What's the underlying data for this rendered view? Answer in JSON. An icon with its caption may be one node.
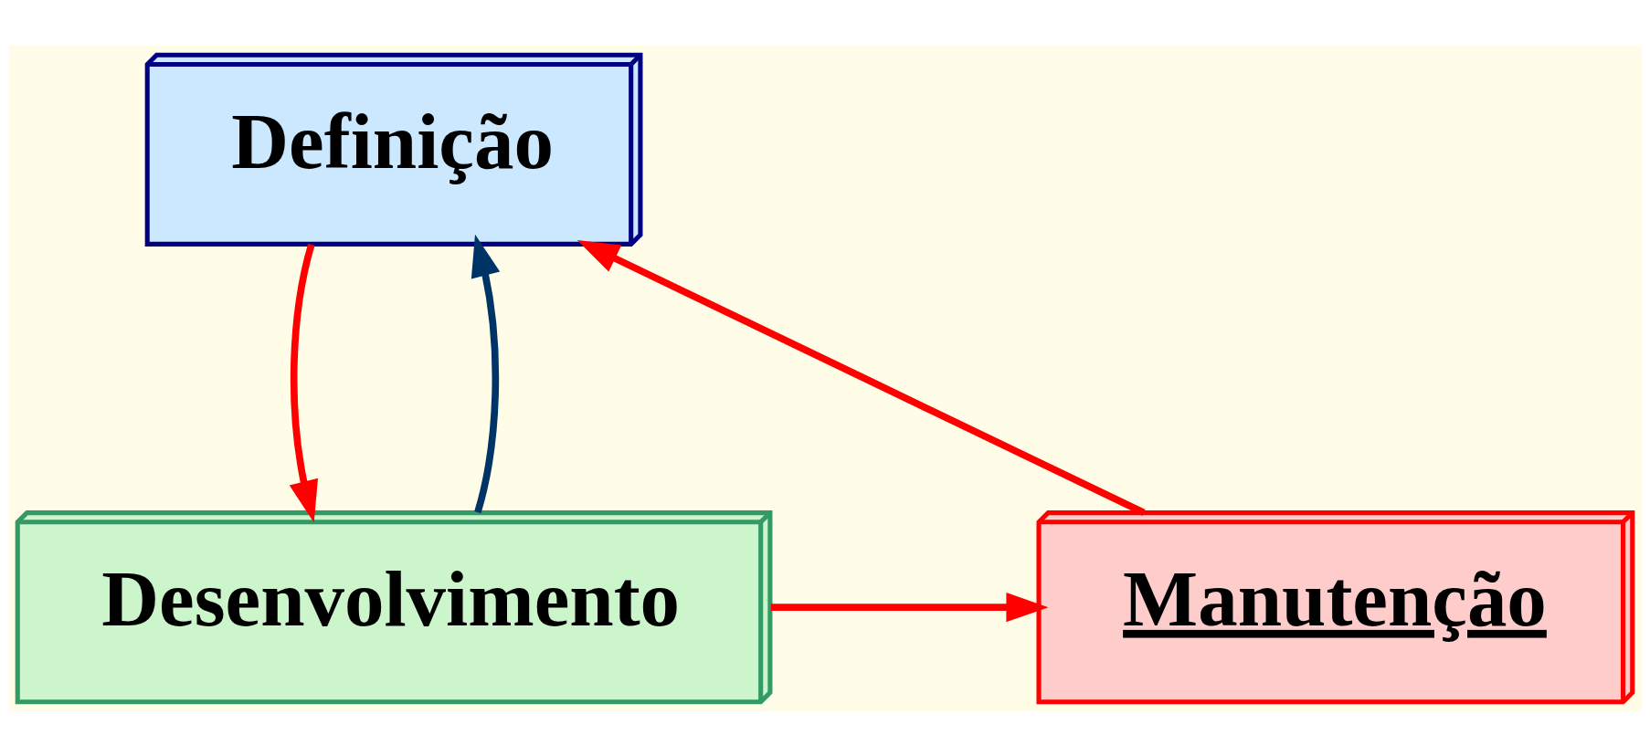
{
  "diagram": {
    "nodes": [
      {
        "text": [
          "Definição"
        ]
      },
      {
        "text": [
          "Desenvolvimento"
        ]
      },
      {
        "text": [
          "Manutenção"
        ]
      }
    ],
    "edges": [
      {
        "from": 0,
        "to": 1,
        "arrow": "to"
      },
      {
        "from": 1,
        "to": 0,
        "arrow": "to",
        "color": "#003366"
      },
      {
        "from": 1,
        "to": 2,
        "arrow": "to"
      },
      {
        "from": 2,
        "to": 0,
        "arrow": "to"
      }
    ]
  }
}
